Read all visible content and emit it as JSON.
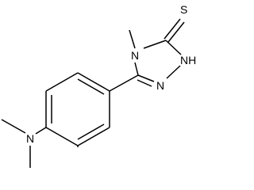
{
  "molecule": {
    "atoms": {
      "thione_sulfur": "S",
      "ring_nh": "NH",
      "ring_n_methyl": "N",
      "ring_n_imine": "N",
      "dimethylamino_n": "N"
    },
    "colors": {
      "bond": "#000000",
      "label": "#000000",
      "background": "#ffffff"
    }
  }
}
